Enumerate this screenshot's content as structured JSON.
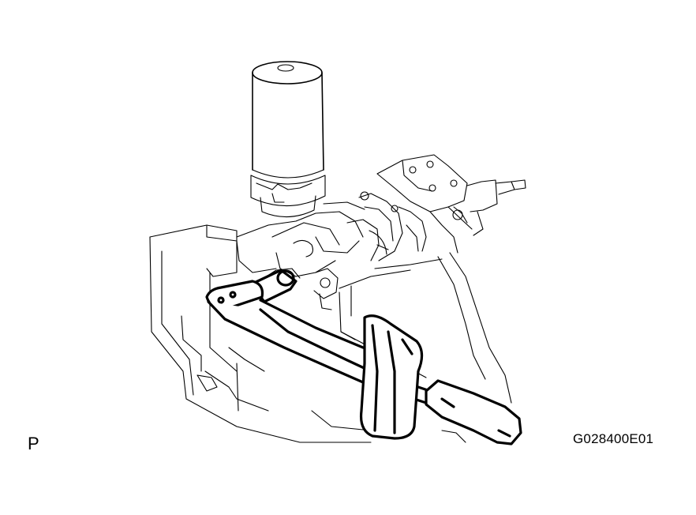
{
  "figure": {
    "corner_marker": "P",
    "figure_id": "G028400E01"
  },
  "illustration": {
    "subject": "steering-column-in-vise-with-wrench",
    "line_color": "#000000",
    "background_color": "#ffffff"
  }
}
